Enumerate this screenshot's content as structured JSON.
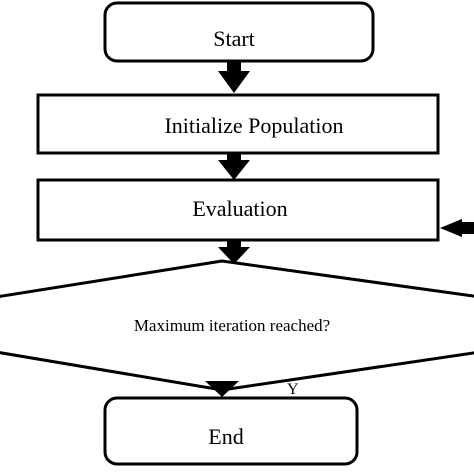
{
  "flowchart": {
    "start_label": "Start",
    "init_label": "Initialize Population",
    "eval_label": "Evaluation",
    "decision_label": "Maximum iteration reached?",
    "yes_label": "Y",
    "end_label": "End"
  }
}
